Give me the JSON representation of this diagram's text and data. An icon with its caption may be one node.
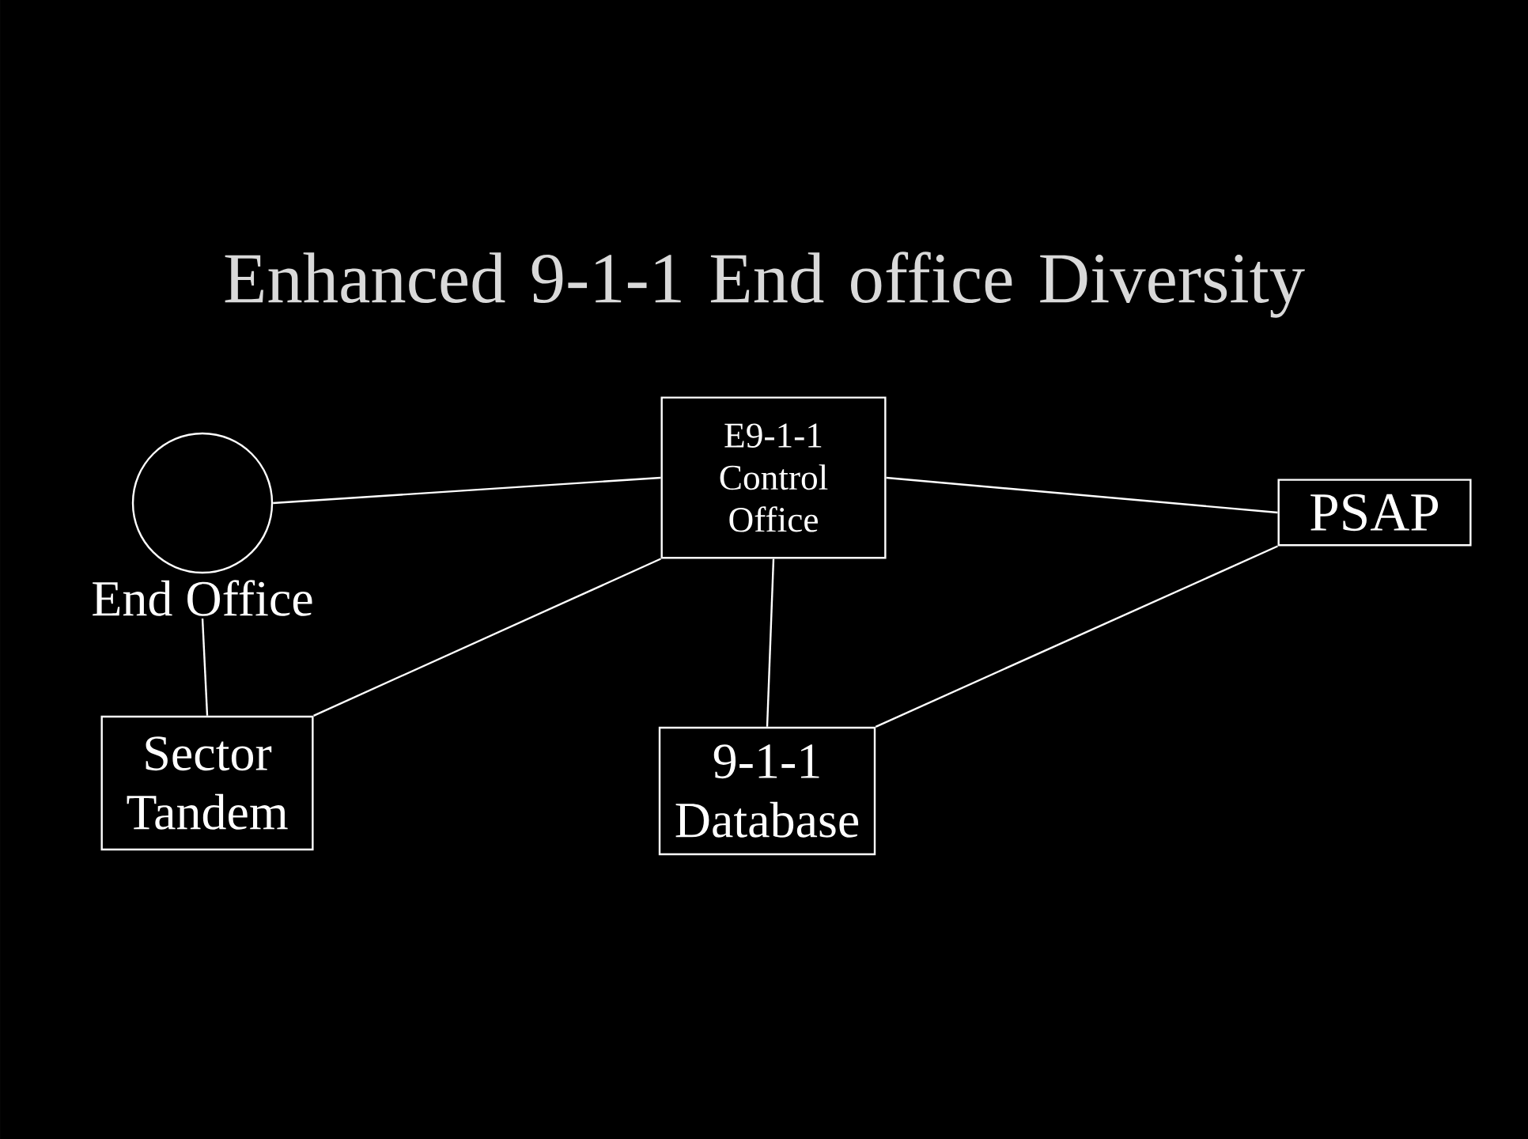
{
  "diagram": {
    "title": "Enhanced 9-1-1 End office Diversity",
    "nodes": [
      {
        "text": [
          "End Office"
        ]
      },
      {
        "text": [
          "E9-1-1 Control Office"
        ]
      },
      {
        "text": [
          "PSAP"
        ]
      },
      {
        "text": [
          "Sector Tandem"
        ]
      },
      {
        "text": [
          "9-1-1 Database"
        ]
      }
    ],
    "edges": [
      {
        "from": 0,
        "to": 1,
        "arrow": "none"
      },
      {
        "from": 1,
        "to": 2,
        "arrow": "none"
      },
      {
        "from": 0,
        "to": 3,
        "arrow": "none"
      },
      {
        "from": 3,
        "to": 1,
        "arrow": "none"
      },
      {
        "from": 1,
        "to": 4,
        "arrow": "none"
      },
      {
        "from": 4,
        "to": 2,
        "arrow": "none"
      }
    ]
  }
}
